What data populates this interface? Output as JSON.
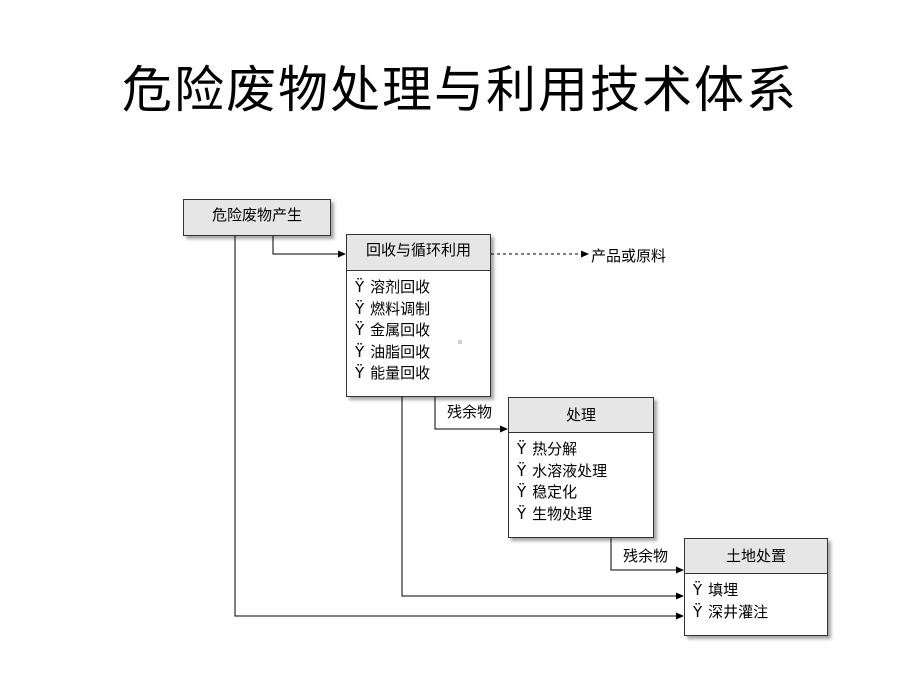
{
  "title": "危险废物处理与利用技术体系",
  "bullet_glyph": "Ÿ",
  "boxes": {
    "source": {
      "label": "危险废物产生"
    },
    "recycle": {
      "label": "回收与循环利用",
      "items": [
        "溶剂回收",
        "燃料调制",
        "金属回收",
        "油脂回收",
        "能量回收"
      ]
    },
    "treatment": {
      "label": "处理",
      "items": [
        "热分解",
        "水溶液处理",
        "稳定化",
        "生物处理"
      ]
    },
    "land": {
      "label": "土地处置",
      "items": [
        "填埋",
        "深井灌注"
      ]
    }
  },
  "labels": {
    "product": "产品或原料",
    "residue1": "残余物",
    "residue2": "残余物"
  }
}
